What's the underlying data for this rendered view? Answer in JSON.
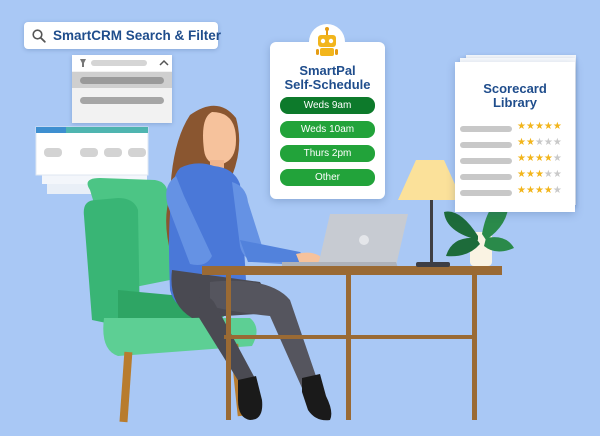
{
  "search": {
    "label": "SmartCRM Search & Filter",
    "icon": "search-icon"
  },
  "filter_panel": {
    "icon": "filter-icon",
    "toggle_icon": "chevron-up-icon",
    "option_count": 2
  },
  "schedule_card": {
    "icon": "robot-icon",
    "title_line1": "SmartPal",
    "title_line2": "Self-Schedule",
    "slots": [
      "Weds 9am",
      "Weds 10am",
      "Thurs 2pm",
      "Other"
    ],
    "selected_slot": "Weds 9am"
  },
  "scorecard": {
    "title_line1": "Scorecard",
    "title_line2": "Library",
    "ratings": [
      5,
      2,
      4,
      3,
      4
    ],
    "max_rating": 5
  },
  "colors": {
    "background": "#a9c8f5",
    "title_blue": "#1f4d8c",
    "button_green": "#22a33a",
    "selected_green": "#0d7a2b",
    "star_gold": "#f2b51c",
    "chair_green": "#5dcf94",
    "desk_brown": "#9a6a34",
    "shirt_blue": "#4a78d8"
  }
}
